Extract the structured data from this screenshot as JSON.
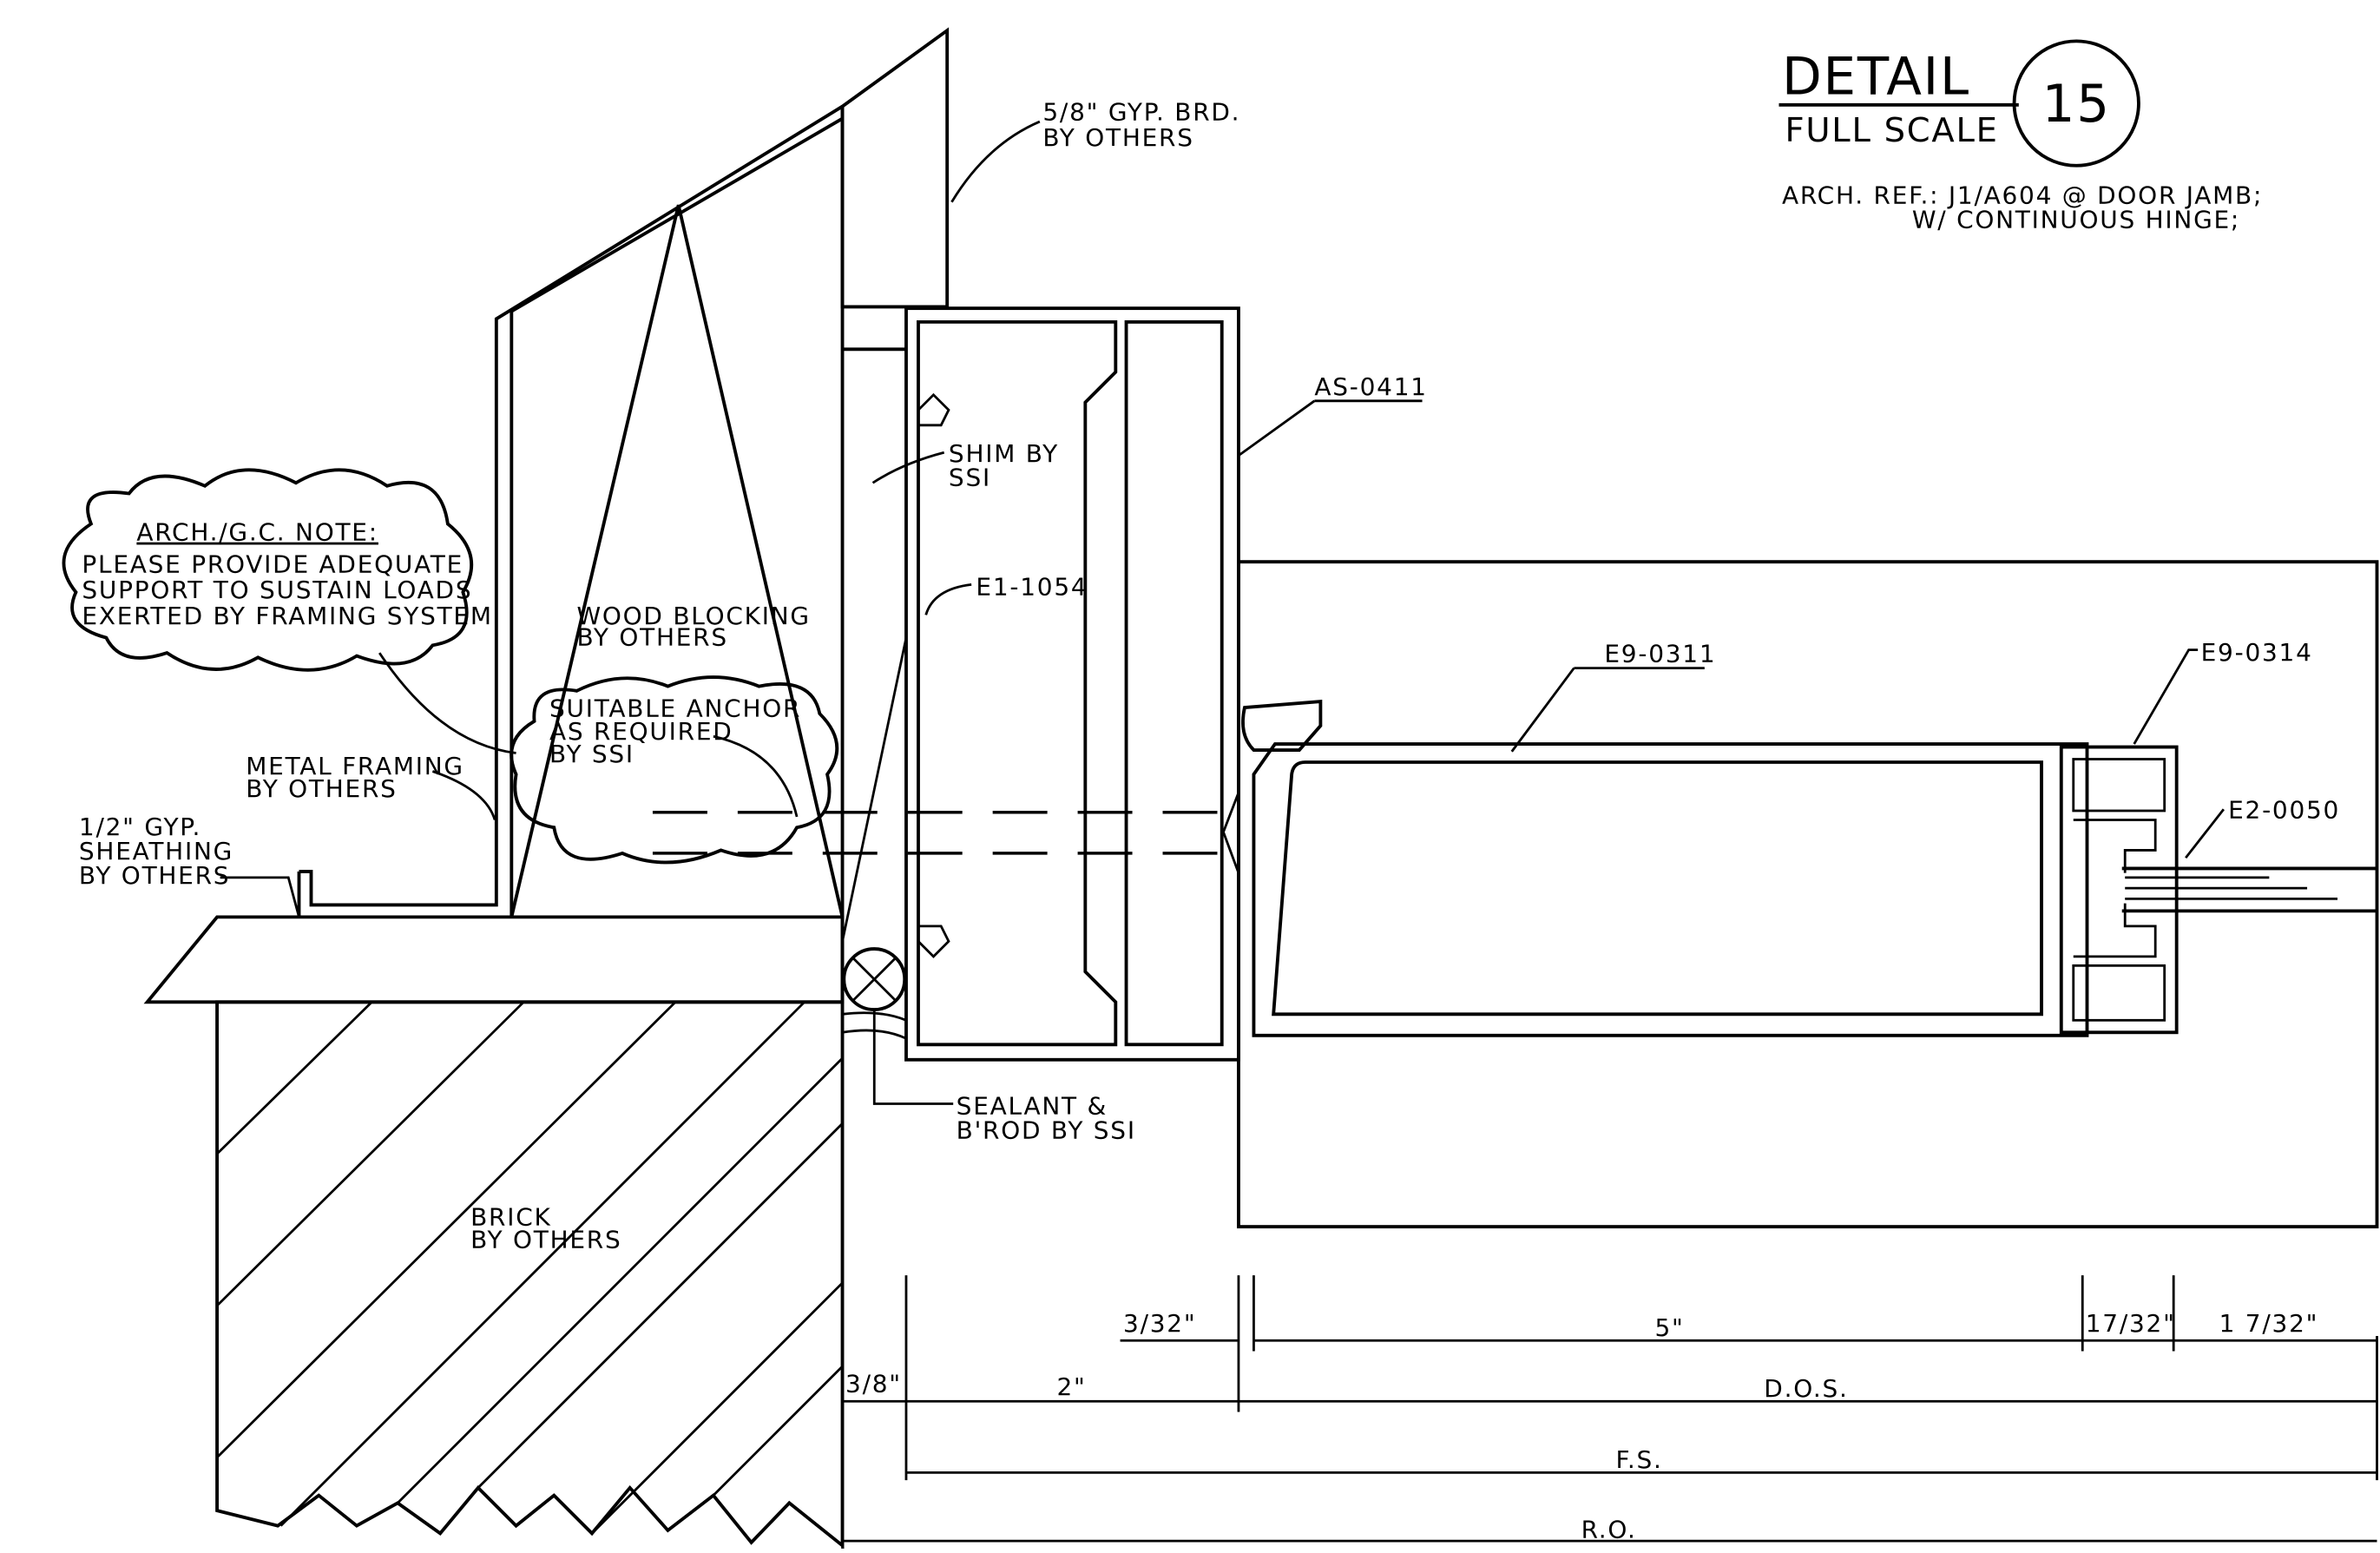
{
  "title_block": {
    "detail_word": "DETAIL",
    "scale": "FULL SCALE",
    "detail_number": "15",
    "arch_ref_line1": "ARCH. REF.: J1/A604 @ DOOR JAMB;",
    "arch_ref_line2": "W/ CONTINUOUS HINGE;"
  },
  "note": {
    "heading": "ARCH./G.C. NOTE:",
    "line1": "PLEASE PROVIDE ADEQUATE",
    "line2": "SUPPORT TO SUSTAIN LOADS",
    "line3": "EXERTED BY FRAMING SYSTEM"
  },
  "labels": {
    "gyp_brd_1": "5/8\" GYP. BRD.",
    "gyp_brd_2": "BY OTHERS",
    "as0411": "AS-0411",
    "shim_1": "SHIM BY",
    "shim_2": "SSI",
    "e1_1054": "E1-1054",
    "wood_1": "WOOD BLOCKING",
    "wood_2": "BY OTHERS",
    "anchor_1": "SUITABLE ANCHOR",
    "anchor_2": "AS REQUIRED",
    "anchor_3": "BY SSI",
    "metal_1": "METAL FRAMING",
    "metal_2": "BY OTHERS",
    "sheath_1": "1/2\" GYP.",
    "sheath_2": "SHEATHING",
    "sheath_3": "BY OTHERS",
    "e9_0311": "E9-0311",
    "e9_0314": "E9-0314",
    "e2_0050": "E2-0050",
    "sealant_1": "SEALANT &",
    "sealant_2": "B'ROD BY SSI",
    "brick_1": "BRICK",
    "brick_2": "BY OTHERS"
  },
  "dimensions": {
    "d_3_32": "3/32\"",
    "d_5": "5\"",
    "d_17_32": "17/32\"",
    "d_1_7_32": "1 7/32\"",
    "d_3_8": "3/8\"",
    "d_2": "2\"",
    "dos": "D.O.S.",
    "fs": "F.S.",
    "ro": "R.O."
  }
}
